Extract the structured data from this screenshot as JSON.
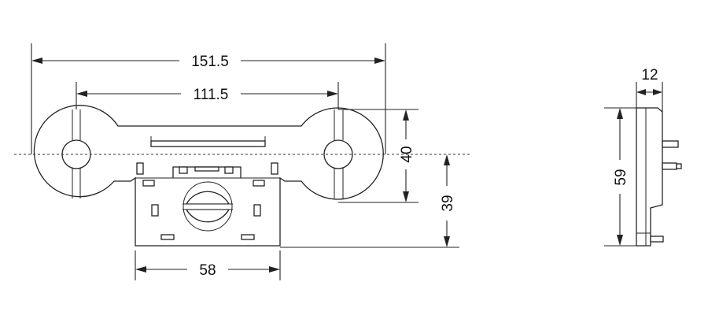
{
  "dimensions": {
    "overall_width": "151.5",
    "hole_spacing": "111.5",
    "flange_height": "40",
    "axis_to_bottom": "39",
    "base_width": "58",
    "thickness": "12",
    "side_height": "59"
  }
}
